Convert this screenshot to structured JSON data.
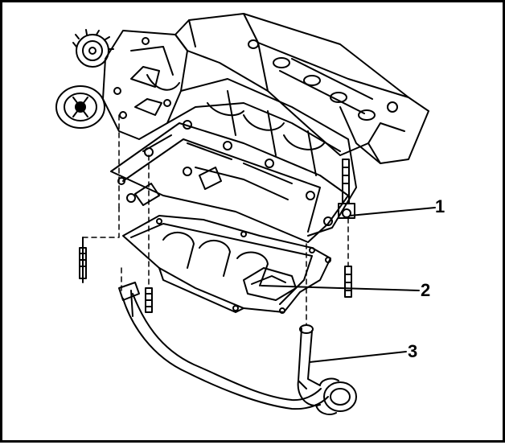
{
  "colors": {
    "ink": "#000000",
    "paper": "#ffffff"
  },
  "callouts": [
    {
      "id": "1",
      "label": "1"
    },
    {
      "id": "2",
      "label": "2"
    },
    {
      "id": "3",
      "label": "3"
    }
  ]
}
